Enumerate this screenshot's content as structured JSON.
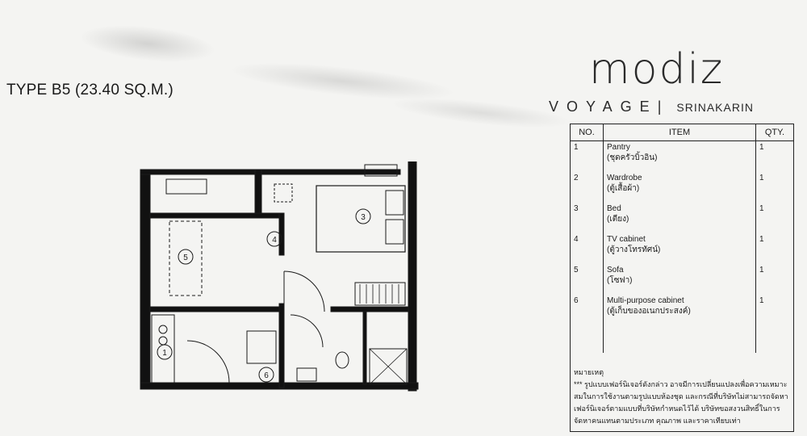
{
  "title": "TYPE B5 (23.40 SQ.M.)",
  "brand": {
    "logo": "modiz",
    "line1": "VOYAGE",
    "line2": "SRINAKARIN"
  },
  "legend": {
    "headers": {
      "no": "NO.",
      "item": "ITEM",
      "qty": "QTY."
    },
    "rows": [
      {
        "no": "1",
        "en": "Pantry",
        "th": "(ชุดครัวบิ้วอิน)",
        "qty": "1"
      },
      {
        "no": "2",
        "en": "Wardrobe",
        "th": "(ตู้เสื้อผ้า)",
        "qty": "1"
      },
      {
        "no": "3",
        "en": "Bed",
        "th": "(เตียง)",
        "qty": "1"
      },
      {
        "no": "4",
        "en": "TV cabinet",
        "th": "(ตู้วางโทรทัศน์)",
        "qty": "1"
      },
      {
        "no": "5",
        "en": "Sofa",
        "th": "(โซฟา)",
        "qty": "1"
      },
      {
        "no": "6",
        "en": "Multi-purpose cabinet",
        "th": "(ตู้เก็บของอเนกประสงค์)",
        "qty": "1"
      }
    ],
    "note_title": "หมายเหตุ",
    "note_text": "*** รูปแบบเฟอร์นิเจอร์ดังกล่าว อาจมีการเปลี่ยนแปลงเพื่อความเหมาะสมในการใช้งานตามรูปแบบห้องชุด และกรณีที่บริษัทไม่สามารถจัดหาเฟอร์นิเจอร์ตามแบบที่บริษัทกำหนดไว้ได้ บริษัทขอสงวนสิทธิ์ในการจัดหาคนแทนตามประเภท คุณภาพ และราคาเทียบเท่า"
  },
  "plan_labels": [
    "1",
    "3",
    "4",
    "5",
    "6"
  ]
}
